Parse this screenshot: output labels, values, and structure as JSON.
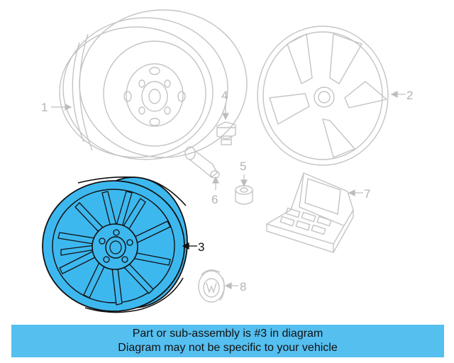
{
  "diagram": {
    "callouts": {
      "c1": "1",
      "c2": "2",
      "c3": "3",
      "c4": "4",
      "c5": "5",
      "c6": "6",
      "c7": "7",
      "c8": "8"
    },
    "highlight_color": "#3db8ef",
    "line_color": "#bfbfbf",
    "highlight_part": "3"
  },
  "banner": {
    "line1": "Part or sub-assembly is #3 in diagram",
    "line2": "Diagram may not be specific to your vehicle",
    "color": "#55bff0"
  }
}
